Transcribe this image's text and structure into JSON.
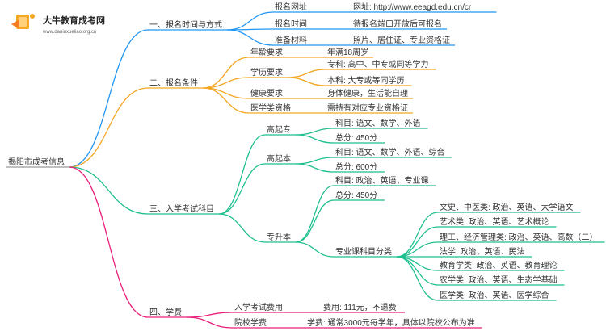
{
  "logo": {
    "title": "大牛教育成考网",
    "subtitle": "www.daniuxueliao.org.cn"
  },
  "colors": {
    "blue": "#2196f3",
    "orange": "#f5a623",
    "green": "#1fbf8f",
    "pink": "#e91e7a",
    "root_line": "#999999",
    "text": "#333333"
  },
  "root": "揭阳市成考信息",
  "branches": [
    {
      "label": "一、报名时间与方式",
      "color": "blue",
      "children": [
        {
          "label": "报名网址",
          "children": [
            {
              "label": "网址: http://www.eeagd.edu.cn/cr"
            }
          ]
        },
        {
          "label": "报名时间",
          "children": [
            {
              "label": "待报名端口开放后可报名"
            }
          ]
        },
        {
          "label": "准备材料",
          "children": [
            {
              "label": "照片、居住证、专业资格证"
            }
          ]
        }
      ]
    },
    {
      "label": "二、报名条件",
      "color": "orange",
      "children": [
        {
          "label": "年龄要求",
          "children": [
            {
              "label": "年满18周岁"
            }
          ]
        },
        {
          "label": "学历要求",
          "children": [
            {
              "label": "专科: 高中、中专或同等学力"
            },
            {
              "label": "本科: 大专或等同学历"
            }
          ]
        },
        {
          "label": "健康要求",
          "children": [
            {
              "label": "身体健康，生活能自理"
            }
          ]
        },
        {
          "label": "医学类资格",
          "children": [
            {
              "label": "需持有对应专业资格证"
            }
          ]
        }
      ]
    },
    {
      "label": "三、入学考试科目",
      "color": "green",
      "children": [
        {
          "label": "高起专",
          "children": [
            {
              "label": "科目: 语文、数学、外语"
            },
            {
              "label": "总分: 450分"
            }
          ]
        },
        {
          "label": "高起本",
          "children": [
            {
              "label": "科目: 语文、数学、外语、综合"
            },
            {
              "label": "总分: 600分"
            }
          ]
        },
        {
          "label": "专升本",
          "children": [
            {
              "label": "科目: 政治、英语、专业课"
            },
            {
              "label": "总分: 450分"
            },
            {
              "label": "专业课科目分类",
              "children": [
                {
                  "label": "文史、中医类: 政治、英语、大学语文"
                },
                {
                  "label": "艺术类: 政治、英语、艺术概论"
                },
                {
                  "label": "理工、经济管理类: 政治、英语、高数（二）"
                },
                {
                  "label": "法学: 政治、英语、民法"
                },
                {
                  "label": "教育学类: 政治、英语、教育理论"
                },
                {
                  "label": "农学类: 政治、英语、生态学基础"
                },
                {
                  "label": "医学类: 政治、英语、医学综合"
                }
              ]
            }
          ]
        }
      ]
    },
    {
      "label": "四、学费",
      "color": "pink",
      "children": [
        {
          "label": "入学考试费用",
          "children": [
            {
              "label": "费用: 111元，不退费"
            }
          ]
        },
        {
          "label": "院校学费",
          "children": [
            {
              "label": "学费: 通常3000元每学年，具体以院校公布为准"
            }
          ]
        }
      ]
    }
  ]
}
